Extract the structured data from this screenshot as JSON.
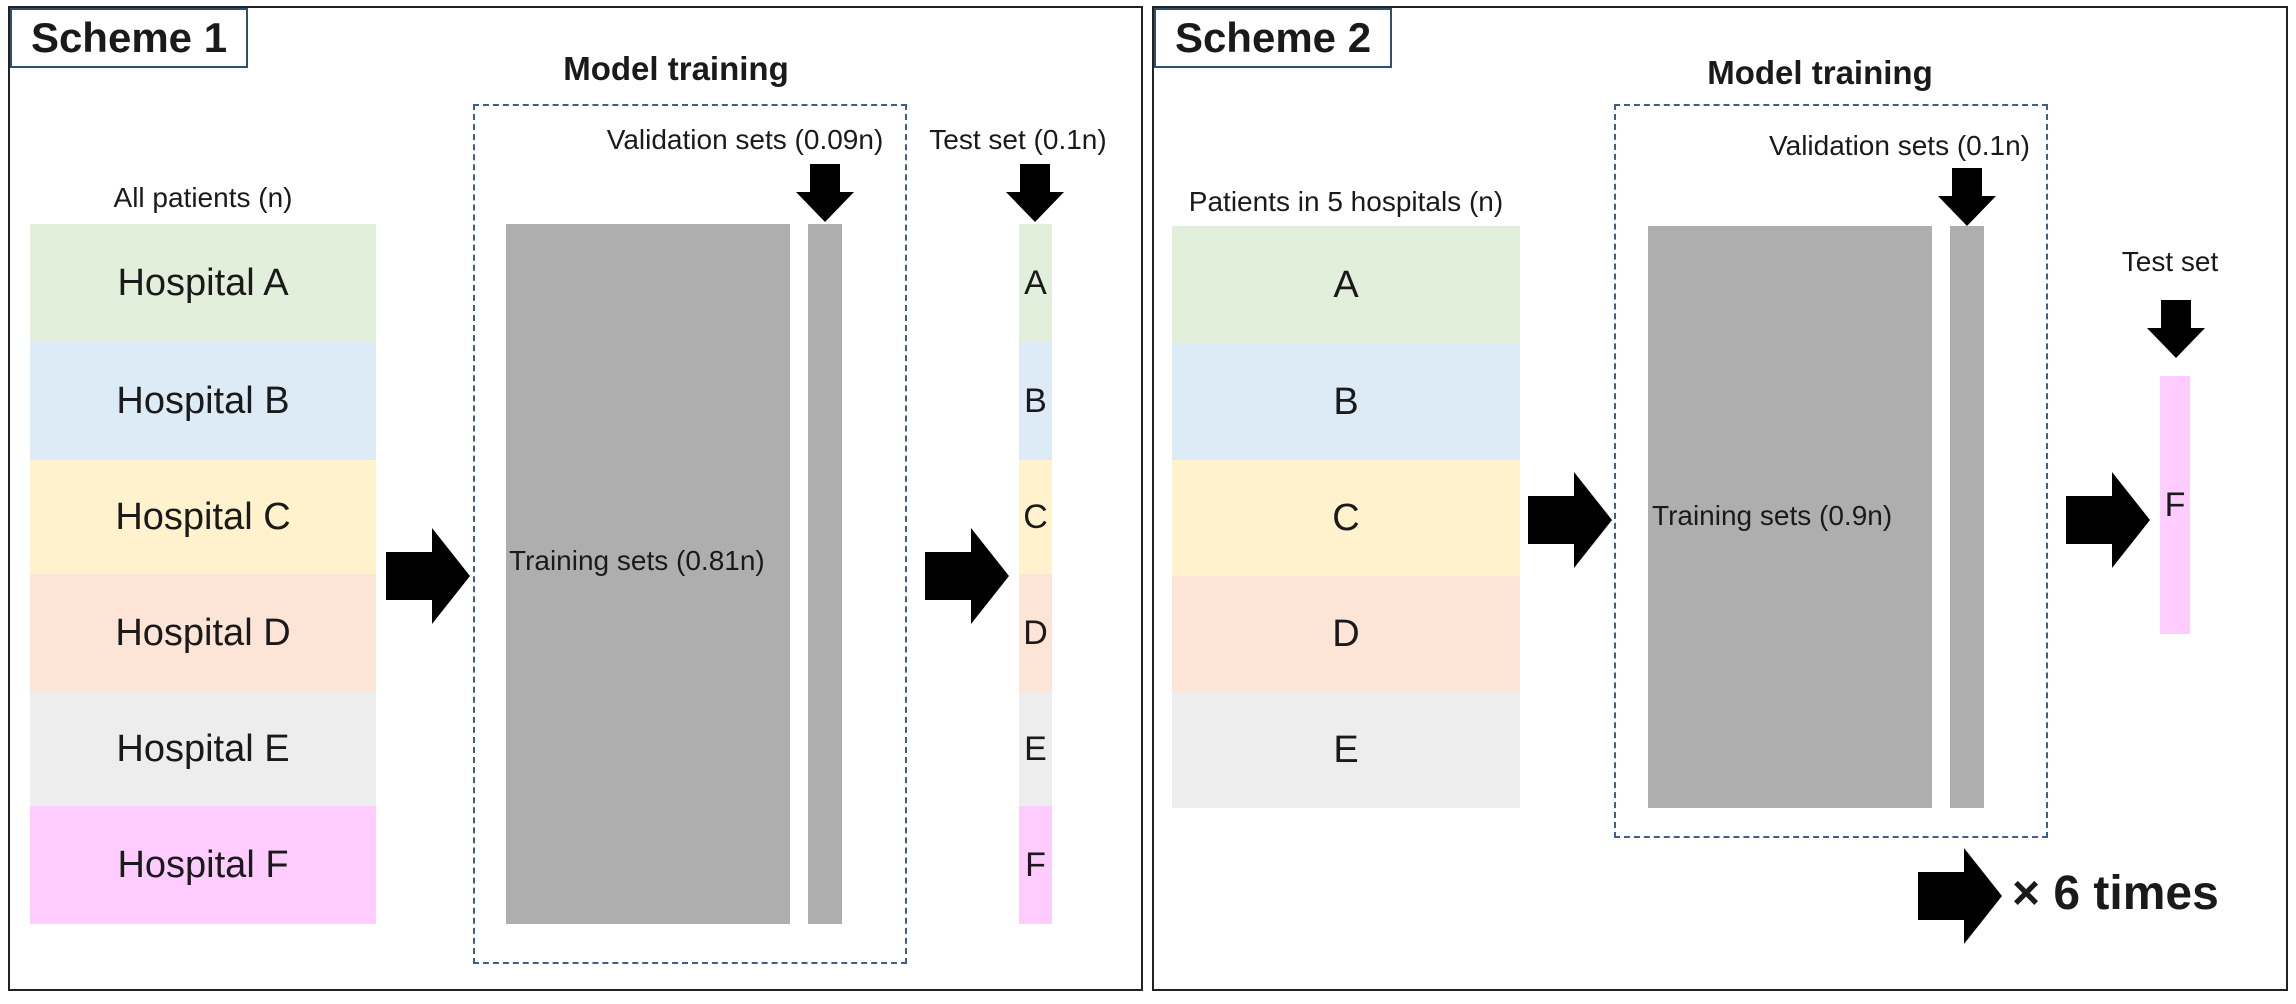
{
  "scheme1": {
    "title": "Scheme 1",
    "model_training": "Model training",
    "all_patients": "All patients (n)",
    "validation_label": "Validation sets (0.09n)",
    "test_label": "Test set (0.1n)",
    "training_label": "Training sets (0.81n)",
    "hospitals": [
      {
        "label": "Hospital A",
        "color": "#e2efda"
      },
      {
        "label": "Hospital B",
        "color": "#ddebf7"
      },
      {
        "label": "Hospital C",
        "color": "#fff2cc"
      },
      {
        "label": "Hospital D",
        "color": "#fce4d6"
      },
      {
        "label": "Hospital E",
        "color": "#ededed"
      },
      {
        "label": "Hospital F",
        "color": "#ffccff"
      }
    ],
    "test_strip": [
      "A",
      "B",
      "C",
      "D",
      "E",
      "F"
    ]
  },
  "scheme2": {
    "title": "Scheme 2",
    "model_training": "Model training",
    "patients_label": "Patients in 5 hospitals (n)",
    "validation_label": "Validation sets (0.1n)",
    "test_label": "Test set",
    "training_label": "Training sets (0.9n)",
    "hospitals": [
      {
        "label": "A",
        "color": "#e2efda"
      },
      {
        "label": "B",
        "color": "#ddebf7"
      },
      {
        "label": "C",
        "color": "#fff2cc"
      },
      {
        "label": "D",
        "color": "#fce4d6"
      },
      {
        "label": "E",
        "color": "#ededed"
      }
    ],
    "test_hospital": {
      "label": "F",
      "color": "#ffccff"
    },
    "repeat_times": "× 6 times"
  },
  "colors": {
    "training_gray": "#aeaeae",
    "dashed_border": "#3d5f8a",
    "title_border": "#2f4f6f"
  }
}
